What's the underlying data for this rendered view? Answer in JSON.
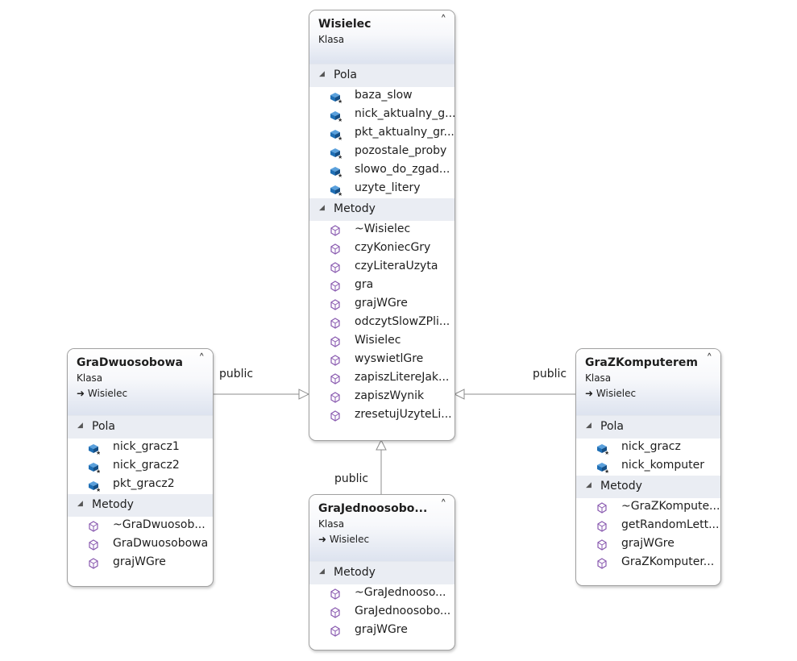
{
  "classes": {
    "wisielec": {
      "name": "Wisielec",
      "kind": "Klasa",
      "fields_label": "Pola",
      "methods_label": "Metody",
      "fields": [
        "baza_slow",
        "nick_aktualny_g...",
        "pkt_aktualny_gr...",
        "pozostale_proby",
        "slowo_do_zgad...",
        "uzyte_litery"
      ],
      "methods": [
        "~Wisielec",
        "czyKoniecGry",
        "czyLiteraUzyta",
        "gra",
        "grajWGre",
        "odczytSlowZPli...",
        "Wisielec",
        "wyswietlGre",
        "zapiszLitereJak...",
        "zapiszWynik",
        "zresetujUzyteLi..."
      ]
    },
    "gra_dwuosobowa": {
      "name": "GraDwuosobowa",
      "kind": "Klasa",
      "base": "Wisielec",
      "fields_label": "Pola",
      "methods_label": "Metody",
      "fields": [
        "nick_gracz1",
        "nick_gracz2",
        "pkt_gracz2"
      ],
      "methods": [
        "~GraDwuosob...",
        "GraDwuosobowa",
        "grajWGre"
      ]
    },
    "gra_z_komputerem": {
      "name": "GraZKomputerem",
      "kind": "Klasa",
      "base": "Wisielec",
      "fields_label": "Pola",
      "methods_label": "Metody",
      "fields": [
        "nick_gracz",
        "nick_komputer"
      ],
      "methods": [
        "~GraZKompute...",
        "getRandomLett...",
        "grajWGre",
        "GraZKomputer..."
      ]
    },
    "gra_jednoosobowa": {
      "name": "GraJednoosobo...",
      "kind": "Klasa",
      "base": "Wisielec",
      "methods_label": "Metody",
      "methods": [
        "~GraJednooso...",
        "GraJednoosobo...",
        "grajWGre"
      ]
    }
  },
  "relations": {
    "left_label": "public",
    "right_label": "public",
    "bottom_label": "public"
  },
  "icons": {
    "field": "field-icon",
    "method": "method-icon",
    "collapse": "collapse-chevron-icon",
    "inherits": "inherits-arrow-icon"
  },
  "colors": {
    "field_icon": "#1f6fb5",
    "method_icon": "#8a5bb0",
    "border": "#a0a0a0",
    "header_gradient_end": "#dde3ef",
    "section_bg": "#eaedf3"
  }
}
